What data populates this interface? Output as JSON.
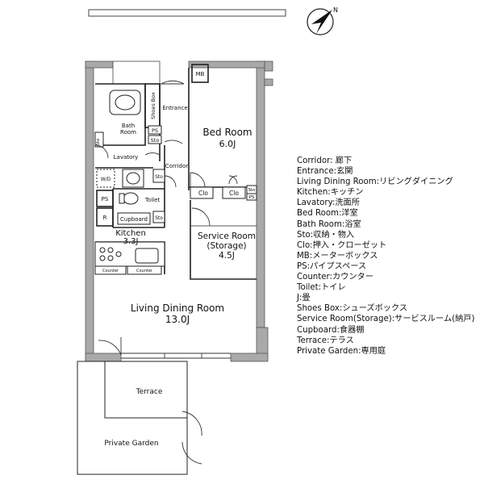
{
  "rooms": {
    "bed_room": {
      "name": "Bed Room",
      "size": "6.0J"
    },
    "service_room": {
      "name": "Service Room",
      "sub": "(Storage)",
      "size": "4.5J"
    },
    "kitchen": {
      "name": "Kitchen",
      "size": "3.3J"
    },
    "living": {
      "name": "Living Dining Room",
      "size": "13.0J"
    },
    "bath": {
      "line1": "Bath",
      "line2": "Room"
    },
    "lavatory": "Lavatory",
    "corridor": "Corridor",
    "entrance": "Entrance",
    "toilet": "Toilet",
    "cupboard": "Cupboard",
    "terrace": "Terrace",
    "garden": "Private Garden",
    "shoes_box": "Shoes Box"
  },
  "small": {
    "mb": "MB",
    "ps": "PS",
    "sto": "Sto",
    "clo": "Clo",
    "wd": "W/D",
    "r": "R",
    "counter": "Counter"
  },
  "legend": [
    "Corridor: 廊下",
    "Entrance:玄関",
    "Living Dining Room:リビングダイニング",
    "Kitchen:キッチン",
    "Lavatory:洗面所",
    "Bed Room:洋室",
    "Bath Room:浴室",
    "Sto:収納・物入",
    "Clo:押入・クローゼット",
    "MB:メーターボックス",
    "PS:パイプスペース",
    "Counter:カウンター",
    "Toilet:トイレ",
    "J:畳",
    "Shoes Box:シューズボックス",
    "Service Room(Storage):サービスルーム(納戸)",
    "Cupboard:食器棚",
    "Terrace:テラス",
    "Private Garden:専用庭"
  ],
  "compass": {
    "label": "N"
  }
}
